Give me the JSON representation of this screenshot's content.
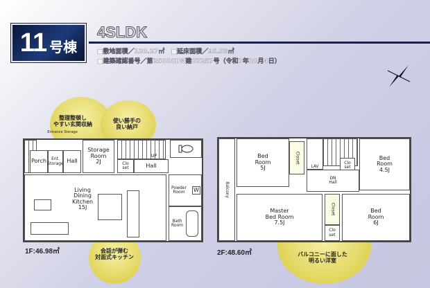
{
  "header": {
    "building_number": "11",
    "building_suffix": "号棟",
    "layout_type": "4SLDK",
    "site_area": "■敷地面積／120.27㎡",
    "floor_area": "■延床面積／95.58㎡",
    "permit": "■建築確認番号／第25UDI1W建07257号（令和7年10月4日）"
  },
  "notes": {
    "entrance_storage": "整理整頓し\nやすい玄関収納",
    "storage_room": "使い勝手の\n良い納戸",
    "kitchen": "会話が弾む\n対面式キッチン",
    "balcony": "バルコニーに面した\n明るい洋室",
    "entrance_storage_en": "Entrance Storage"
  },
  "floor1": {
    "area": "1F:46.98㎡",
    "rooms": {
      "porch": "Porch",
      "ent_storage": "Ent.\nStorage",
      "hall1": "Hall",
      "storage": "Storage\nRoom\n2J",
      "closet": "Clo\nset",
      "up": "UP",
      "hall2": "Hall",
      "ldk": "Living\nDining\nKitchen\n15J",
      "powder": "Powder\nRoom",
      "bath": "Bath\nRoom",
      "washer": "W"
    }
  },
  "floor2": {
    "area": "2F:48.60㎡",
    "rooms": {
      "balcony": "Balcony",
      "bed5": "Bed\nRoom\n5J",
      "closet1": "Closet",
      "lav": "LAV",
      "closet2": "Clo\nset",
      "dn": "DN",
      "hall": "Hall",
      "bed45": "Bed\nRoom\n4.5J",
      "master": "Master\nBed Room\n7.5J",
      "closet3": "Closet",
      "closet4": "Clo\nset",
      "bed6": "Bed\nRoom\n6J"
    }
  },
  "colors": {
    "badge": "#1a2a5a",
    "rule": "#1a2148",
    "highlight": "#e0d04a"
  }
}
